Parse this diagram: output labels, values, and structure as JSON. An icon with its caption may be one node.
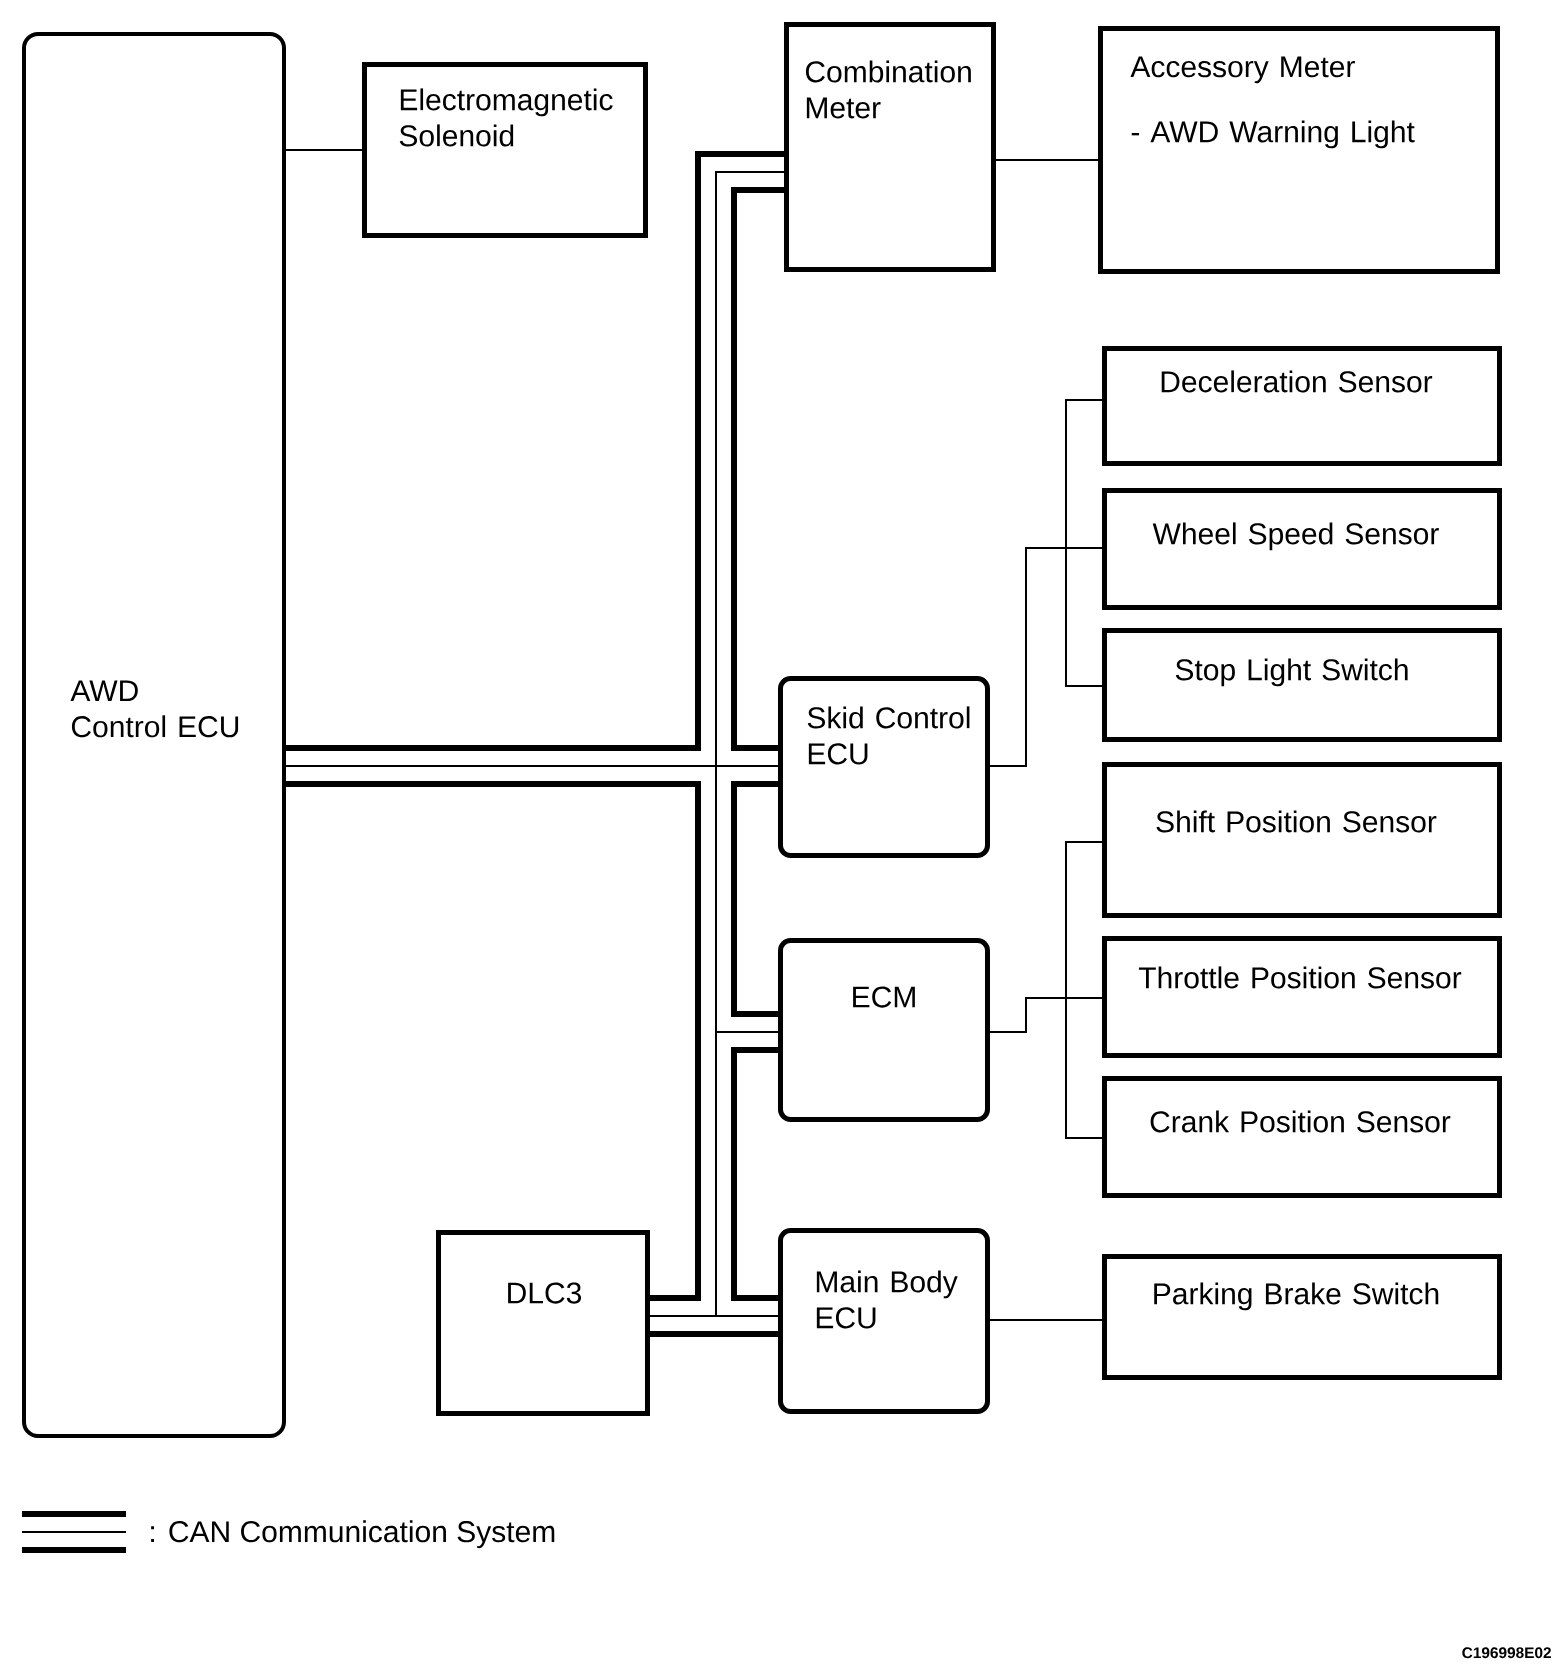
{
  "diagram": {
    "nodes": [
      {
        "text": [
          "AWD Control ECU"
        ]
      },
      {
        "text": [
          "Electromagnetic Solenoid"
        ]
      },
      {
        "text": [
          "Combination Meter"
        ]
      },
      {
        "text": [
          "Accessory Meter",
          "- AWD Warning Light"
        ]
      },
      {
        "text": [
          "Skid Control ECU"
        ]
      },
      {
        "text": [
          "Deceleration Sensor"
        ]
      },
      {
        "text": [
          "Wheel Speed Sensor"
        ]
      },
      {
        "text": [
          "Stop Light Switch"
        ]
      },
      {
        "text": [
          "ECM"
        ]
      },
      {
        "text": [
          "Shift Position Sensor"
        ]
      },
      {
        "text": [
          "Throttle Position Sensor"
        ]
      },
      {
        "text": [
          "Crank Position Sensor"
        ]
      },
      {
        "text": [
          "DLC3"
        ]
      },
      {
        "text": [
          "Main Body ECU"
        ]
      },
      {
        "text": [
          "Parking Brake Switch"
        ]
      }
    ],
    "edges": [
      {
        "from": 0,
        "to": 1,
        "arrow": "none"
      },
      {
        "from": 0,
        "to": 2,
        "arrow": "none",
        "style": "thick"
      },
      {
        "from": 2,
        "to": 3,
        "arrow": "none"
      },
      {
        "from": 0,
        "to": 4,
        "arrow": "none",
        "style": "thick"
      },
      {
        "from": 4,
        "to": 5,
        "arrow": "none"
      },
      {
        "from": 4,
        "to": 6,
        "arrow": "none"
      },
      {
        "from": 4,
        "to": 7,
        "arrow": "none"
      },
      {
        "from": 0,
        "to": 8,
        "arrow": "none",
        "style": "thick"
      },
      {
        "from": 8,
        "to": 9,
        "arrow": "none"
      },
      {
        "from": 8,
        "to": 10,
        "arrow": "none"
      },
      {
        "from": 8,
        "to": 11,
        "arrow": "none"
      },
      {
        "from": 0,
        "to": 12,
        "arrow": "none",
        "style": "thick"
      },
      {
        "from": 0,
        "to": 13,
        "arrow": "none",
        "style": "thick"
      },
      {
        "from": 13,
        "to": 14,
        "arrow": "none"
      }
    ],
    "labels": [
      "C196998E02"
    ],
    "legend": [
      {
        "text": ": CAN Communication System"
      }
    ]
  }
}
